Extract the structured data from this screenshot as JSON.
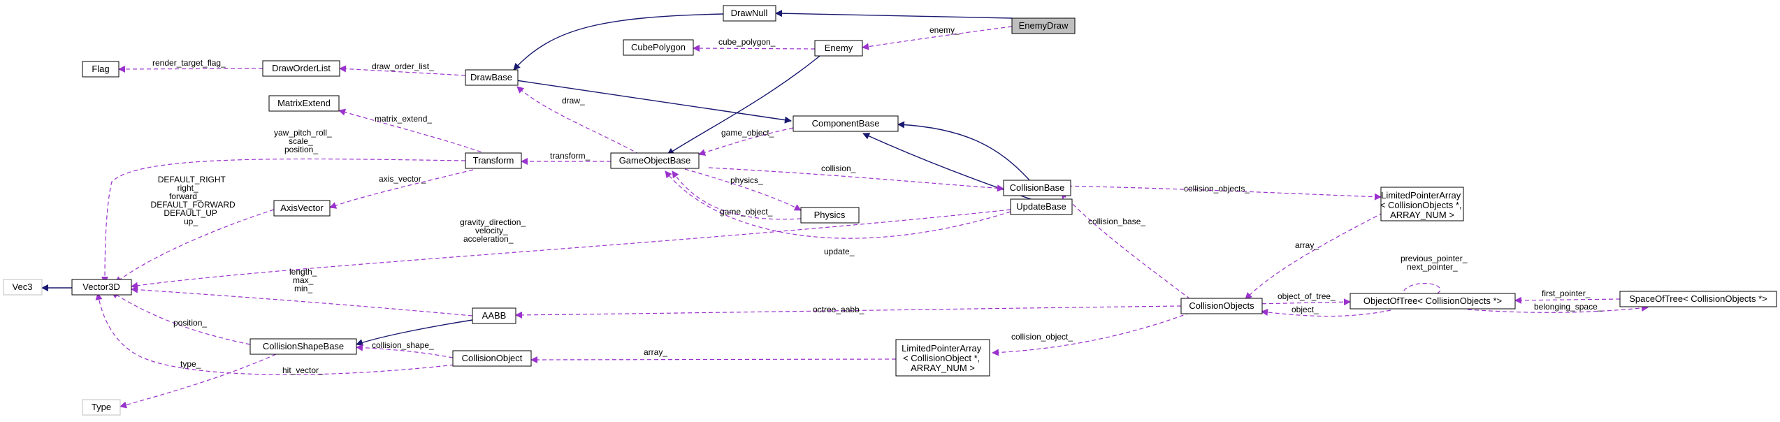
{
  "colors": {
    "inherit_edge": "#191970",
    "usage_edge": "#9a32cd",
    "node_border": "#000000",
    "node_fill": "#ffffff",
    "external_border": "#bfbfbf",
    "highlight_fill": "#bfbfbf"
  },
  "nodes": {
    "EnemyDraw": {
      "lines": [
        "EnemyDraw"
      ]
    },
    "DrawNull": {
      "lines": [
        "DrawNull"
      ]
    },
    "Enemy": {
      "lines": [
        "Enemy"
      ]
    },
    "CubePolygon": {
      "lines": [
        "CubePolygon"
      ]
    },
    "DrawBase": {
      "lines": [
        "DrawBase"
      ]
    },
    "DrawOrderList": {
      "lines": [
        "DrawOrderList"
      ]
    },
    "Flag": {
      "lines": [
        "Flag"
      ]
    },
    "ComponentBase": {
      "lines": [
        "ComponentBase"
      ]
    },
    "MatrixExtend": {
      "lines": [
        "MatrixExtend"
      ]
    },
    "Transform": {
      "lines": [
        "Transform"
      ]
    },
    "GameObjectBase": {
      "lines": [
        "GameObjectBase"
      ]
    },
    "CollisionBase": {
      "lines": [
        "CollisionBase"
      ]
    },
    "LimitedPointerArrayObjects": {
      "lines": [
        "LimitedPointerArray",
        "< CollisionObjects *,",
        " ARRAY_NUM >"
      ]
    },
    "Physics": {
      "lines": [
        "Physics"
      ]
    },
    "AxisVector": {
      "lines": [
        "AxisVector"
      ]
    },
    "UpdateBase": {
      "lines": [
        "UpdateBase"
      ]
    },
    "Vec3": {
      "lines": [
        "Vec3"
      ]
    },
    "Vector3D": {
      "lines": [
        "Vector3D"
      ]
    },
    "AABB": {
      "lines": [
        "AABB"
      ]
    },
    "CollisionObjects": {
      "lines": [
        "CollisionObjects"
      ]
    },
    "ObjectOfTree": {
      "lines": [
        "ObjectOfTree< CollisionObjects *>"
      ]
    },
    "SpaceOfTree": {
      "lines": [
        "SpaceOfTree< CollisionObjects *>"
      ]
    },
    "CollisionShapeBase": {
      "lines": [
        "CollisionShapeBase"
      ]
    },
    "CollisionObject": {
      "lines": [
        "CollisionObject"
      ]
    },
    "LimitedPointerArrayObject": {
      "lines": [
        "LimitedPointerArray",
        "< CollisionObject *,",
        " ARRAY_NUM >"
      ]
    },
    "Type": {
      "lines": [
        "Type"
      ]
    }
  },
  "edges": {
    "enemy": {
      "lines": [
        "enemy_"
      ]
    },
    "cube_polygon": {
      "lines": [
        "cube_polygon_"
      ]
    },
    "render_target_flag": {
      "lines": [
        "render_target_flag_"
      ]
    },
    "draw_order_list": {
      "lines": [
        "draw_order_list_"
      ]
    },
    "draw": {
      "lines": [
        "draw_"
      ]
    },
    "matrix_extend": {
      "lines": [
        "matrix_extend_"
      ]
    },
    "game_object_cb": {
      "lines": [
        "game_object_"
      ]
    },
    "transform": {
      "lines": [
        "transform_"
      ]
    },
    "collision": {
      "lines": [
        "collision_"
      ]
    },
    "collision_objects": {
      "lines": [
        "collision_objects_"
      ]
    },
    "physics": {
      "lines": [
        "physics_"
      ]
    },
    "game_object_ph": {
      "lines": [
        "game_object_"
      ]
    },
    "update": {
      "lines": [
        "update_"
      ]
    },
    "yaw": {
      "lines": [
        "yaw_pitch_roll_",
        "scale_",
        "position_"
      ]
    },
    "axis_vector": {
      "lines": [
        "axis_vector_"
      ]
    },
    "default_right": {
      "lines": [
        "DEFAULT_RIGHT",
        "right_",
        "forward_",
        "DEFAULT_FORWARD",
        "DEFAULT_UP",
        "up_"
      ]
    },
    "gravity": {
      "lines": [
        "gravity_direction_",
        "velocity_",
        "acceleration_"
      ]
    },
    "length": {
      "lines": [
        "length_",
        "max_",
        "min_"
      ]
    },
    "collision_base": {
      "lines": [
        "collision_base_"
      ]
    },
    "array_objects": {
      "lines": [
        "array_"
      ]
    },
    "octree_aabb": {
      "lines": [
        "octree_aabb_"
      ]
    },
    "object_of_tree": {
      "lines": [
        "object_of_tree_"
      ]
    },
    "object": {
      "lines": [
        "object_"
      ]
    },
    "previous_next": {
      "lines": [
        "previous_pointer_",
        "next_pointer_"
      ]
    },
    "first_pointer": {
      "lines": [
        "first_pointer_"
      ]
    },
    "belonging_space": {
      "lines": [
        "belonging_space_"
      ]
    },
    "position": {
      "lines": [
        "position_"
      ]
    },
    "collision_shape": {
      "lines": [
        "collision_shape_"
      ]
    },
    "type": {
      "lines": [
        "type_"
      ]
    },
    "hit_vector": {
      "lines": [
        "hit_vector_"
      ]
    },
    "array_object": {
      "lines": [
        "array_"
      ]
    },
    "collision_object": {
      "lines": [
        "collision_object_"
      ]
    }
  }
}
